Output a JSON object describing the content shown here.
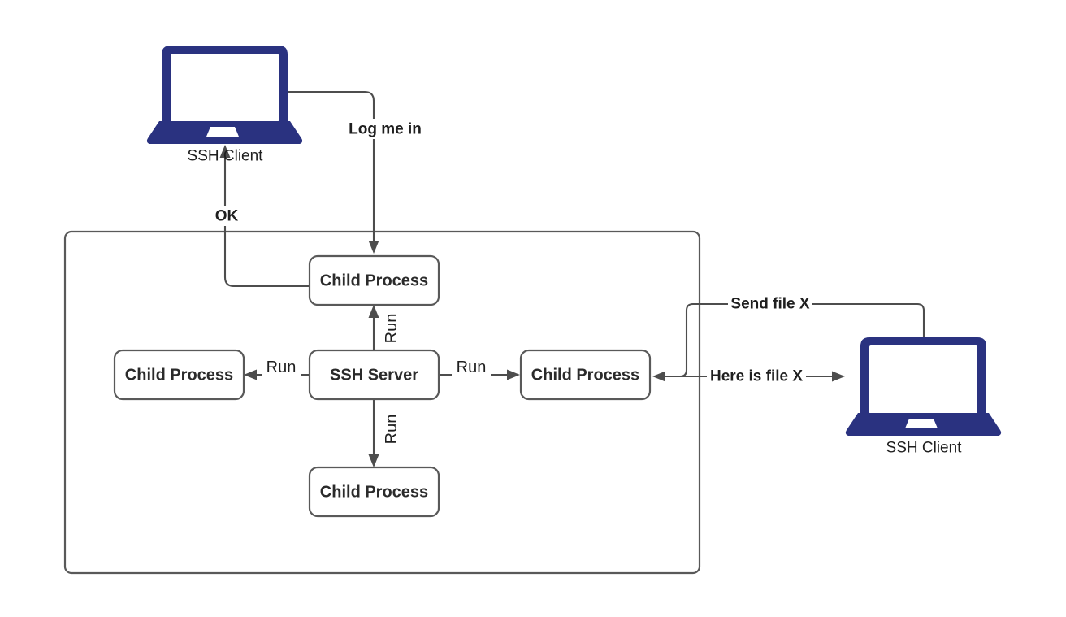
{
  "diagram": {
    "title": "SSH Server child process model",
    "colors": {
      "laptop_blue": "#2a3280",
      "line_gray": "#4d4d4d",
      "box_stroke": "#595959",
      "text_dark": "#1f1f1f",
      "background": "#ffffff"
    },
    "server_container": {
      "label": ""
    },
    "nodes": {
      "ssh_server": "SSH Server",
      "child_process_top": "Child Process",
      "child_process_left": "Child Process",
      "child_process_right": "Child Process",
      "child_process_bottom": "Child Process"
    },
    "laptops": {
      "top": {
        "caption": "SSH Client",
        "icon": "laptop-icon"
      },
      "right": {
        "caption": "SSH Client",
        "icon": "laptop-icon"
      }
    },
    "edges": {
      "log_me_in": "Log me in",
      "ok": "OK",
      "run_up": "Run",
      "run_down": "Run",
      "run_left": "Run",
      "run_right": "Run",
      "send_file_x": "Send file X",
      "here_is_file_x": "Here is file X"
    }
  }
}
